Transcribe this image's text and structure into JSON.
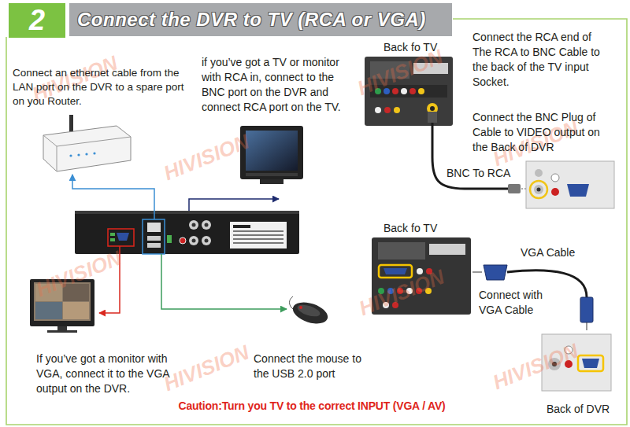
{
  "diagram": {
    "title": "Connect the DVR to TV (RCA or VGA)",
    "nodes": [
      {
        "text": [
          "2"
        ]
      }
    ],
    "labels": [
      "Connect an ethernet cable from the LAN port on the DVR to a spare port on you Router.",
      "if you’ve got a TV or monitor with RCA in, connect to the BNC port on the DVR and connect RCA port on the TV.",
      "Back fo TV",
      "Connect the RCA end of The RCA to BNC Cable to the back of the TV input Socket.",
      "Connect the BNC Plug of Cable to VIDEO output on the Back of DVR",
      "BNC To RCA",
      "Back fo TV",
      "VGA Cable",
      "Connect with VGA Cable",
      "If you’ve got a monitor with VGA, connect it to the VGA output on the DVR.",
      "Connect the mouse to the USB 2.0 port",
      "Caution:Turn you TV to the correct INPUT (VGA / AV)",
      "Back of DVR",
      "HIVISION",
      "HIVISION",
      "HIVISION",
      "HIVISION",
      "HIVISION",
      "HIVISION",
      "HIVISION",
      "HIVISION"
    ]
  }
}
